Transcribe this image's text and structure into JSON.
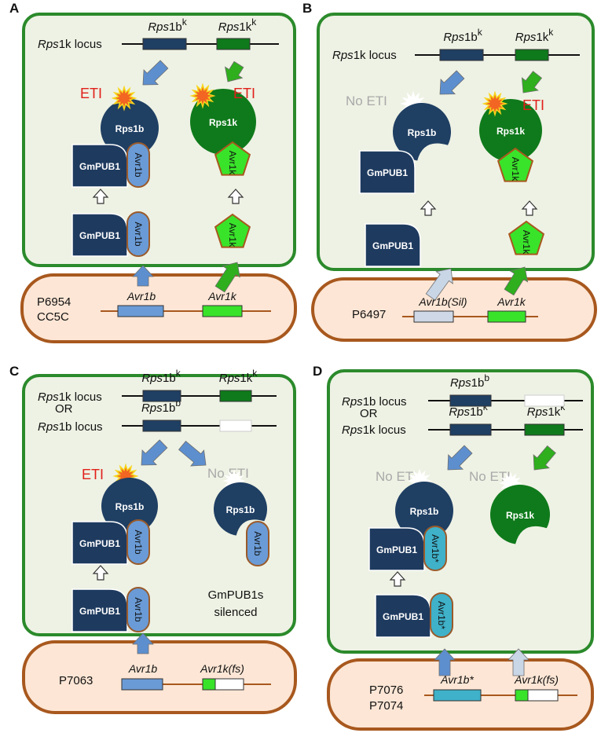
{
  "panels": [
    {
      "letter": "A",
      "locus_lines": [
        {
          "prefix": "Rps",
          "suffix": "1k locus"
        }
      ],
      "or_text": "",
      "gene_labels": [
        {
          "base": "Rps",
          "mid": "1b",
          "sup": "k"
        },
        {
          "base": "Rps",
          "mid": "1k",
          "sup": "k"
        }
      ],
      "left_status": "ETI",
      "right_status": "ETI",
      "strain": [
        "P6954",
        "CC5C"
      ],
      "pathogen_genes": [
        "Avr1b",
        "Avr1k"
      ],
      "note": []
    },
    {
      "letter": "B",
      "locus_lines": [
        {
          "prefix": "Rps",
          "suffix": "1k locus"
        }
      ],
      "or_text": "",
      "gene_labels": [
        {
          "base": "Rps",
          "mid": "1b",
          "sup": "k"
        },
        {
          "base": "Rps",
          "mid": "1k",
          "sup": "k"
        }
      ],
      "left_status": "No ETI",
      "right_status": "ETI",
      "strain": [
        "P6497"
      ],
      "pathogen_genes": [
        "Avr1b(Sil)",
        "Avr1k"
      ],
      "note": []
    },
    {
      "letter": "C",
      "locus_lines": [
        {
          "prefix": "Rps",
          "suffix": "1k locus"
        },
        {
          "prefix": "Rps",
          "suffix": "1b locus"
        }
      ],
      "or_text": "OR",
      "gene_labels": [
        {
          "base": "Rps",
          "mid": "1b",
          "sup": "k"
        },
        {
          "base": "Rps",
          "mid": "1k",
          "sup": "k"
        },
        {
          "base": "Rps",
          "mid": "1b",
          "sup": "b"
        }
      ],
      "left_status": "ETI",
      "right_status": "No ETI",
      "strain": [
        "P7063"
      ],
      "pathogen_genes": [
        "Avr1b",
        "Avr1k(fs)"
      ],
      "note": [
        "GmPUB1s",
        "silenced"
      ]
    },
    {
      "letter": "D",
      "locus_lines": [
        {
          "prefix": "Rps",
          "suffix": "1b locus"
        },
        {
          "prefix": "Rps",
          "suffix": "1k locus"
        }
      ],
      "or_text": "OR",
      "gene_labels": [
        {
          "base": "Rps",
          "mid": "1b",
          "sup": "b"
        },
        {
          "base": "Rps",
          "mid": "1b",
          "sup": "k"
        },
        {
          "base": "Rps",
          "mid": "1k",
          "sup": "k"
        }
      ],
      "left_status": "No ETI",
      "right_status": "No ETI",
      "strain": [
        "P7076",
        "P7074"
      ],
      "pathogen_genes": [
        "Avr1b*",
        "Avr1k(fs)"
      ],
      "note": []
    }
  ],
  "proteins": {
    "rps1b": "Rps1b",
    "rps1k": "Rps1k",
    "gmpub1": "GmPUB1",
    "avr1b": "Avr1b",
    "avr1b_star": "Avr1b*",
    "avr1k": "Avr1k"
  },
  "colors": {
    "plant_fill": "#eef2e4",
    "plant_border": "#2b8a2b",
    "pathogen_fill": "#fde6d5",
    "pathogen_border": "#a8581e",
    "rps1b": "#1f3f63",
    "rps1k": "#0f7a1b",
    "gmpub1": "#1e3a5f",
    "avr1b": "#6a9bd6",
    "avr1b_star": "#3fb1c9",
    "avr1k": "#39e32a",
    "arrow_blue": "#5d8fcf",
    "arrow_green": "#2fae1e",
    "arrow_pale": "#c9d6e6",
    "eti_red": "#e0201a",
    "no_eti_grey": "#a9a9a9"
  }
}
